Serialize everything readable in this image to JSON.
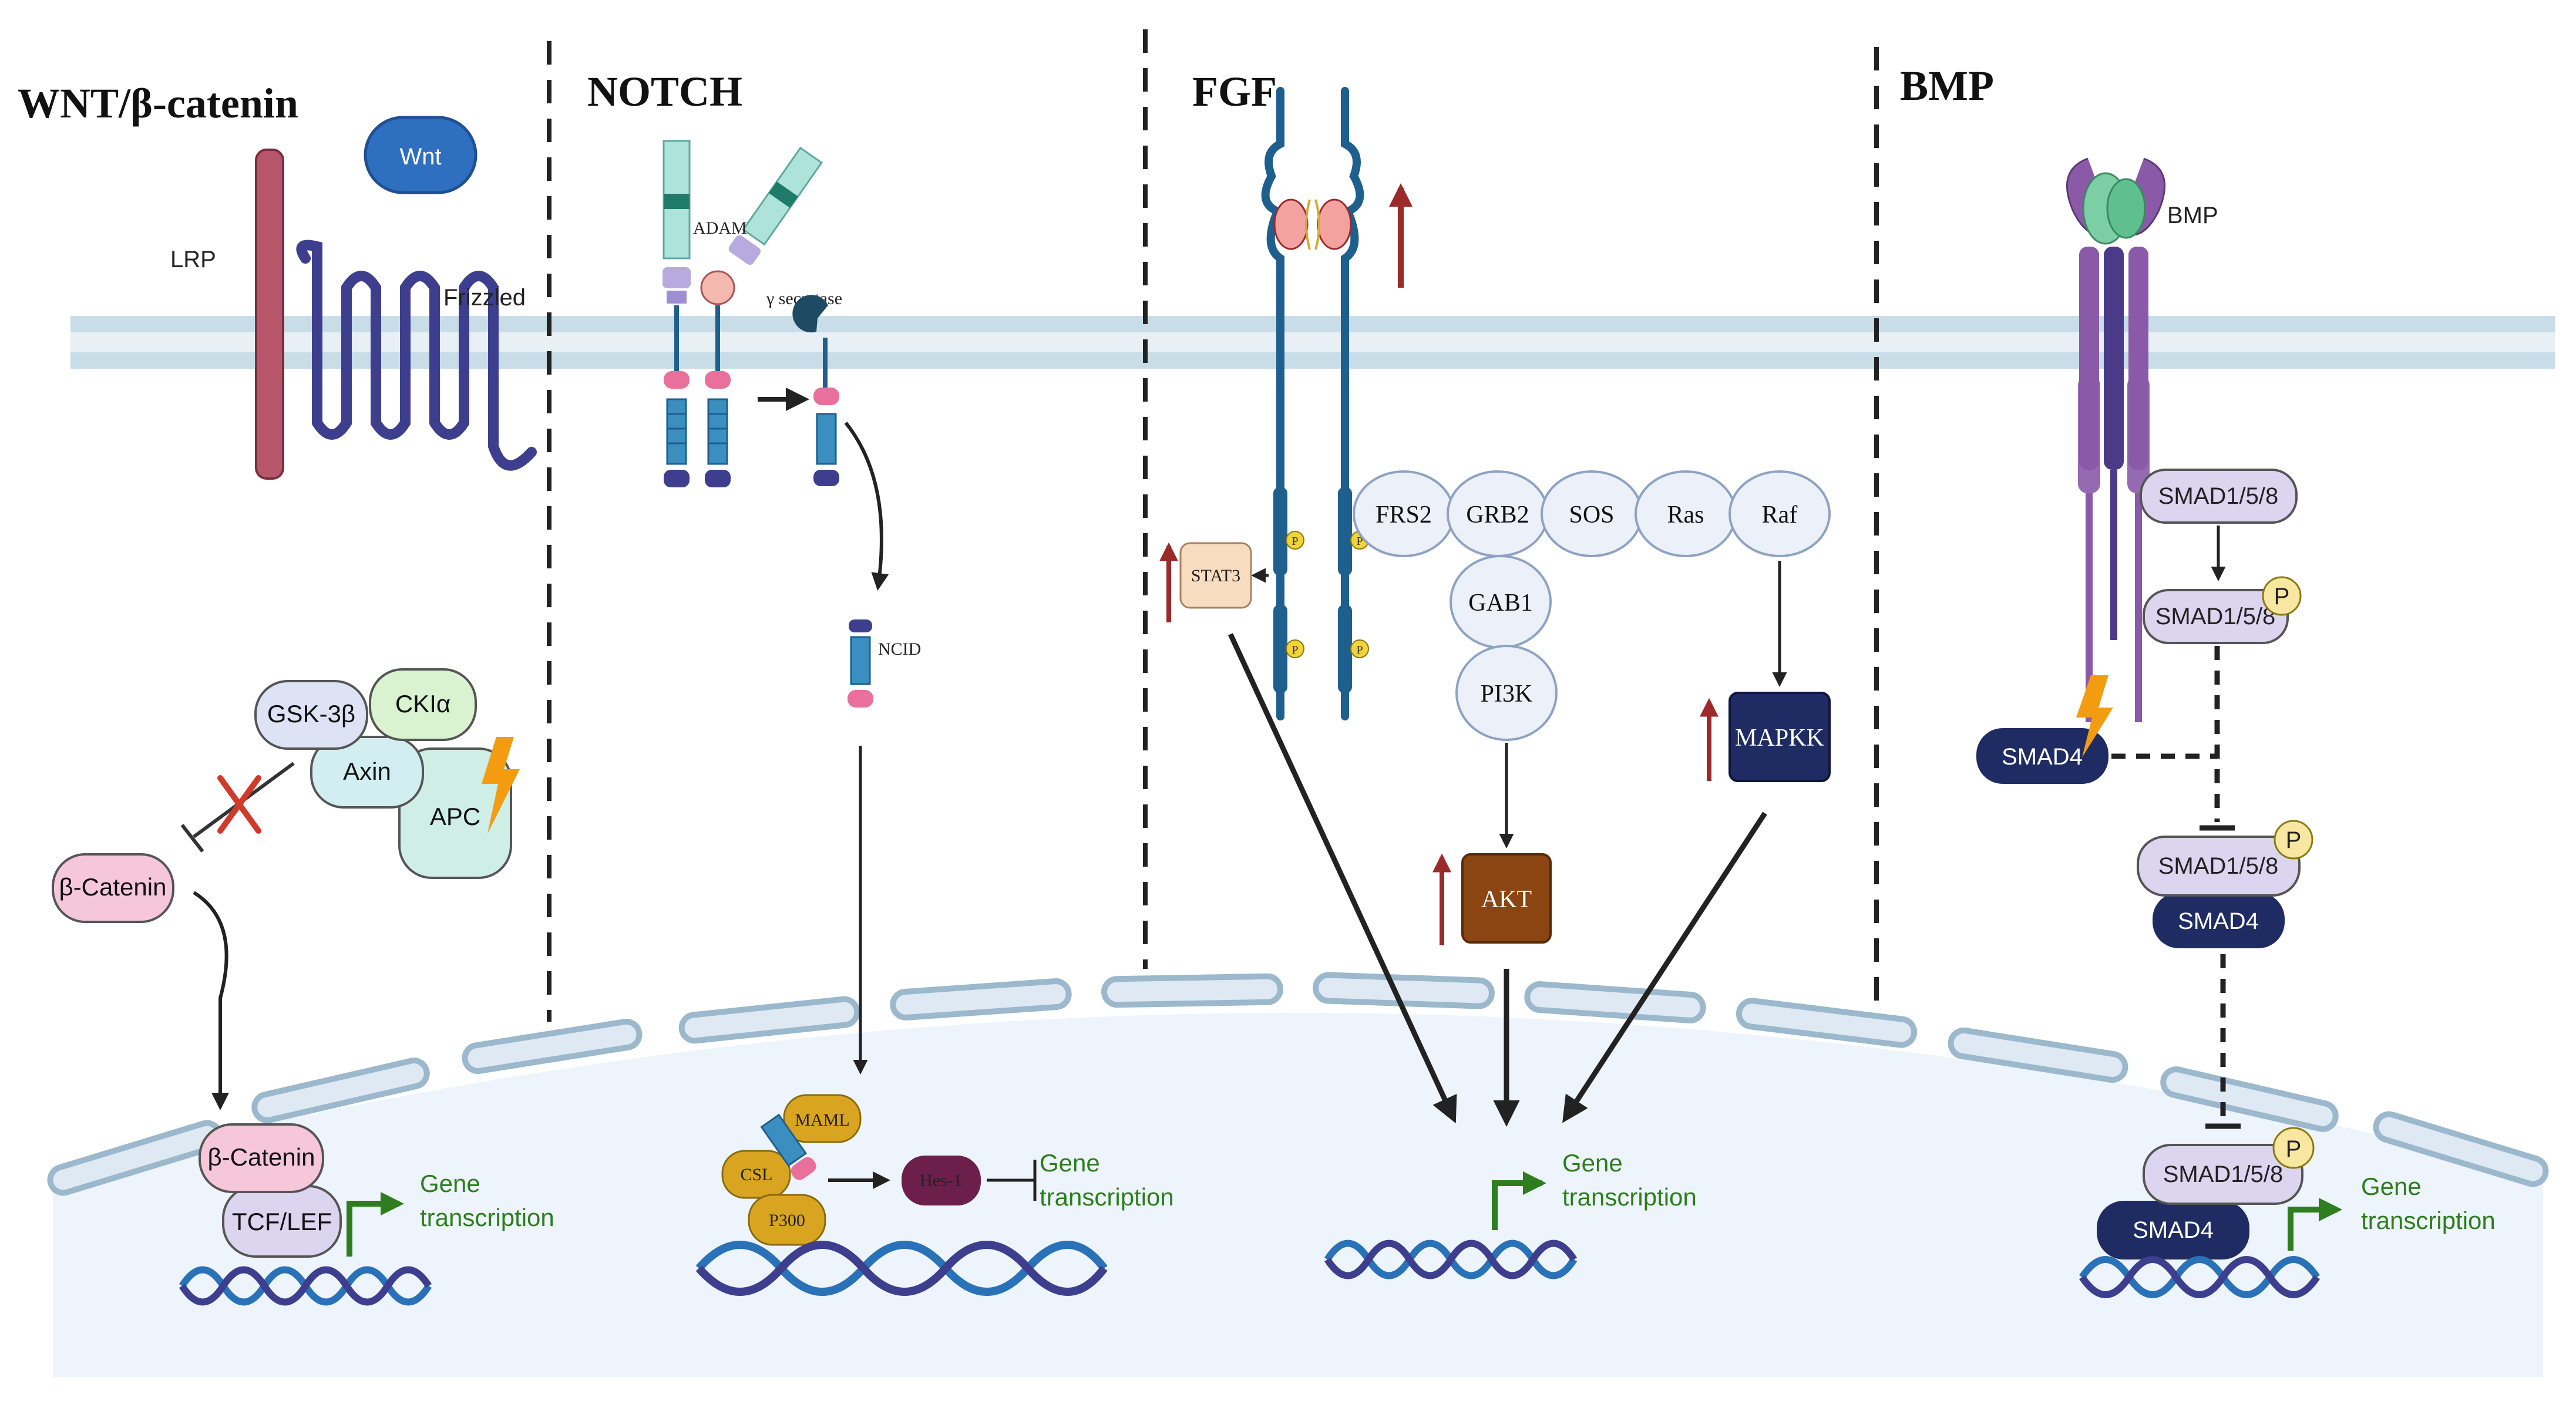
{
  "panels": {
    "wnt": {
      "title": "WNT/β-catenin",
      "ligand": "Wnt",
      "lrp": "LRP",
      "frizzled": "Frizzled",
      "gsk": "GSK-3β",
      "cki": "CKIα",
      "axin": "Axin",
      "apc": "APC",
      "bcat_cyto": "β-Catenin",
      "bcat_nuc": "β-Catenin",
      "tcf": "TCF/LEF",
      "gene1": "Gene",
      "gene2": "transcription"
    },
    "notch": {
      "title": "NOTCH",
      "adam": "ADAM",
      "gsec": "γ secretase",
      "ncid": "NCID",
      "maml": "MAML",
      "csl": "CSL",
      "p300": "P300",
      "hes": "Hes-1",
      "gene1": "Gene",
      "gene2": "transcription"
    },
    "fgf": {
      "title": "FGF",
      "frs2": "FRS2",
      "grb2": "GRB2",
      "sos": "SOS",
      "ras": "Ras",
      "raf": "Raf",
      "gab1": "GAB1",
      "pi3k": "PI3K",
      "stat3": "STAT3",
      "akt": "AKT",
      "mapkk": "MAPKK",
      "p": "P",
      "gene1": "Gene",
      "gene2": "transcription"
    },
    "bmp": {
      "title": "BMP",
      "ligand": "BMP",
      "smad158": "SMAD1/5/8",
      "smad4": "SMAD4",
      "p": "P",
      "gene1": "Gene",
      "gene2": "transcription"
    }
  },
  "colors": {
    "membrane": "#c9dde9",
    "membrane_edge": "#9bb8cc",
    "nucleus": "#eef4fb",
    "navy": "#1f2c63",
    "receptor_purple": "#3d3f8e",
    "lrp": "#b7566a",
    "wnt_blue": "#2f6fbf",
    "teal": "#8fd3cc",
    "fgfr_blue": "#1e5f8e",
    "akt_brown": "#8b4513",
    "gold": "#d9a520",
    "hes_maroon": "#6b1f4a",
    "arrow_red": "#9b2a2a",
    "gene_green": "#2e7d1e",
    "bmp_purple": "#8a5aa8",
    "lavender": "#dcd5ef",
    "pink": "#f6c7d9"
  }
}
